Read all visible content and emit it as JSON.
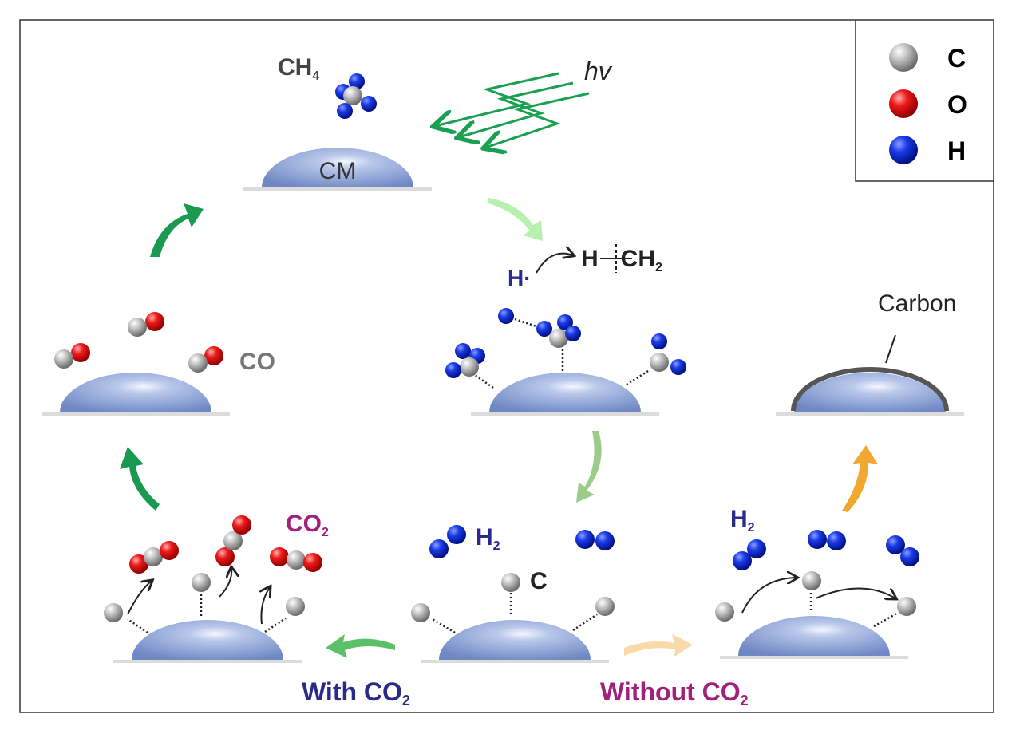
{
  "legend": {
    "items": [
      {
        "label": "C",
        "color": "#b0b0b0"
      },
      {
        "label": "O",
        "color": "#e01010"
      },
      {
        "label": "H",
        "color": "#1030e0"
      }
    ]
  },
  "labels": {
    "ch4": "CH",
    "ch4_sub": "4",
    "hv": "hv",
    "cm": "CM",
    "h_radical": "H·",
    "h_ch2_h": "H",
    "h_ch2_ch": "CH",
    "h_ch2_sub": "2",
    "carbon": "Carbon",
    "co": "CO",
    "co2": "CO",
    "co2_sub": "2",
    "h2_left": "H",
    "h2_left_sub": "2",
    "c": "C",
    "h2_right": "H",
    "h2_right_sub": "2",
    "with_co2": "With CO",
    "with_co2_sub": "2",
    "without_co2": "Without CO",
    "without_co2_sub": "2"
  },
  "colors": {
    "carbon": "#b0b0b0",
    "oxygen": "#e01010",
    "hydrogen": "#1030e0",
    "dome": "#8fa6d6",
    "light_green": "#00a040",
    "with_co2_text": "#2a2a8a",
    "without_co2_text": "#a0207a"
  }
}
